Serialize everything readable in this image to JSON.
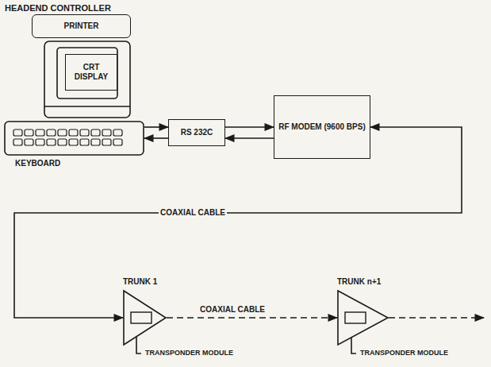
{
  "diagram": {
    "title": "HEADEND CONTROLLER",
    "nodes": [
      {
        "text": [
          "PRINTER"
        ]
      },
      {
        "text": [
          "CRT DISPLAY"
        ]
      },
      {
        "text": [
          "KEYBOARD"
        ]
      },
      {
        "text": [
          "RS 232C"
        ]
      },
      {
        "text": [
          "RF MODEM (9600 BPS)"
        ]
      },
      {
        "text": [
          "TRUNK 1"
        ]
      },
      {
        "text": [
          "TRUNK n+1"
        ]
      }
    ],
    "edges": [
      {
        "from": 2,
        "to": 3,
        "arrow": "to"
      },
      {
        "from": 3,
        "to": 2,
        "arrow": "to"
      },
      {
        "from": 3,
        "to": 4,
        "arrow": "to"
      },
      {
        "from": 4,
        "to": 3,
        "arrow": "to"
      },
      {
        "from": 4,
        "to": 5,
        "label": "COAXIAL CABLE",
        "arrow": "both"
      },
      {
        "from": 5,
        "to": 6,
        "label": "COAXIAL CABLE",
        "arrow": "to"
      }
    ],
    "labels": [
      "TRANSPONDER MODULE",
      "TRANSPONDER MODULE"
    ]
  }
}
